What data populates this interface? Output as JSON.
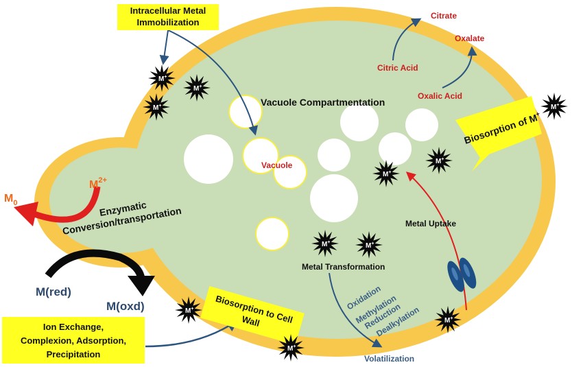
{
  "labels": {
    "intracellular": [
      "Intracellular Metal",
      "Immobilization"
    ],
    "citrate": "Citrate",
    "oxalate": "Oxalate",
    "citric_acid": "Citric Acid",
    "oxalic_acid": "Oxalic Acid",
    "vacuole_compartmentation": "Vacuole Compartmentation",
    "vacuole": "Vacuole",
    "biosorption_m_plus": "Biosorption of M",
    "biosorption_m_plus_sup": "+",
    "m2_plus": "M",
    "m2_plus_sup": "2+",
    "m0": "M",
    "m0_sub": "0",
    "enzymatic": "Enzymatic",
    "conversion": "Conversion/transportation",
    "metal_uptake": "Metal Uptake",
    "metal_transformation": "Metal Transformation",
    "oxidation": "Oxidation",
    "methylation": "Methylation",
    "reduction": "Reduction",
    "dealkylation": "Dealkylation",
    "volatilization": "Volatilization",
    "m_red": "M(red)",
    "m_oxd": "M(oxd)",
    "biosorption_cell_wall": [
      "Biosorption to Cell",
      "Wall"
    ],
    "ion_exchange": [
      "Ion Exchange,",
      "Complexion, Adsorption,",
      "Precipitation"
    ],
    "metal_ion": "M",
    "metal_ion_sup": "+"
  },
  "colors": {
    "cell_wall": "#f7c84c",
    "cytoplasm": "#c9ddb6",
    "vacuole_border": "#f5ee4a",
    "label_red": "#cc1f1f",
    "label_blue": "#3b5f86",
    "highlight_box": "#ffff22",
    "arrow_blue": "#2c5580",
    "arrow_red": "#e01f1f",
    "m2_orange": "#ee6a1a",
    "transporter": "#1c4f86"
  },
  "icons": [
    "metal-ion-starburst-icon",
    "transporter-channel-icon"
  ]
}
